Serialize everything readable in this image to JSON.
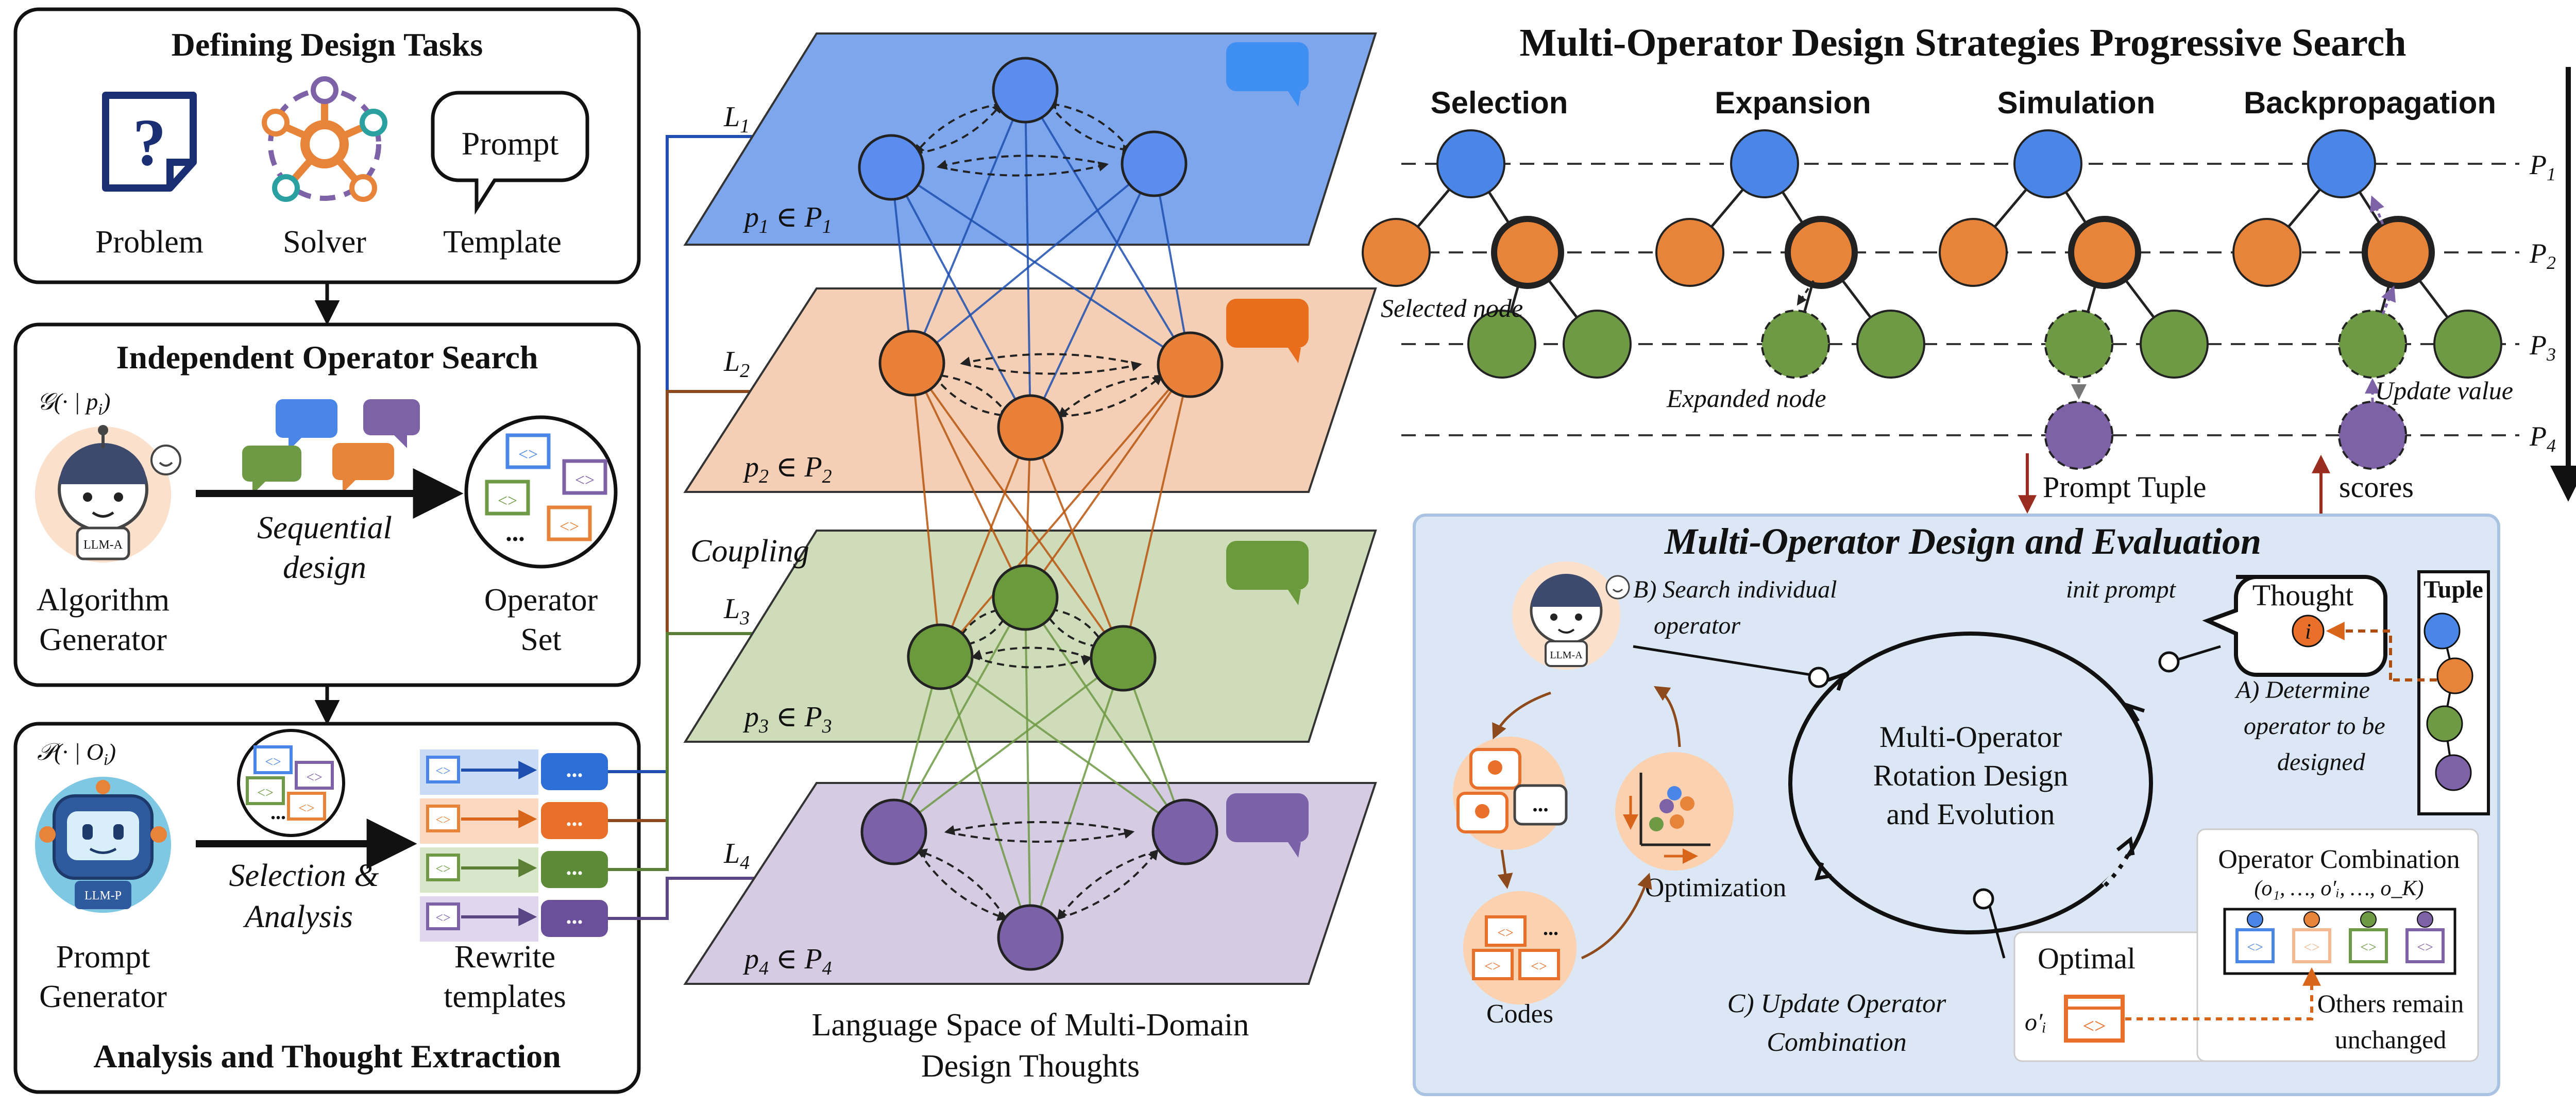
{
  "left_panel": {
    "box1": {
      "title": "Defining Design Tasks",
      "items": [
        {
          "label": "Problem",
          "icon": "problem-icon"
        },
        {
          "label": "Solver",
          "icon": "solver-icon"
        },
        {
          "label": "Template",
          "icon": "prompt-bubble-icon",
          "bubble_text": "Prompt"
        }
      ]
    },
    "box2": {
      "title": "Independent Operator Search",
      "formula_prefix": "𝒢(· | p",
      "formula_sub": "i",
      "formula_suffix": ")",
      "robot_tag": "LLM-A",
      "generator_label_1": "Algorithm",
      "generator_label_2": "Generator",
      "arrow_label_1": "Sequential",
      "arrow_label_2": "design",
      "set_label_1": "Operator",
      "set_label_2": "Set",
      "ellipsis": "..."
    },
    "box3": {
      "title": "Analysis and Thought Extraction",
      "formula_prefix": "𝒫(· | O",
      "formula_sub": "i",
      "formula_suffix": ")",
      "robot_tag": "LLM-P",
      "generator_label_1": "Prompt",
      "generator_label_2": "Generator",
      "arrow_label_1": "Selection &",
      "arrow_label_2": "Analysis",
      "templates_label_1": "Rewrite",
      "templates_label_2": "templates",
      "ellipsis": "...",
      "bubble_text": "..."
    }
  },
  "middle_panel": {
    "layers": [
      {
        "name": "L",
        "sub": "1",
        "prompt_var": "p",
        "prompt_sub": "1",
        "set": "P",
        "set_sub": "1",
        "color": "#5b8def"
      },
      {
        "name": "L",
        "sub": "2",
        "prompt_var": "p",
        "prompt_sub": "2",
        "set": "P",
        "set_sub": "2",
        "color": "#e8803a"
      },
      {
        "name": "L",
        "sub": "3",
        "prompt_var": "p",
        "prompt_sub": "3",
        "set": "P",
        "set_sub": "3",
        "color": "#6b9a3c"
      },
      {
        "name": "L",
        "sub": "4",
        "prompt_var": "p",
        "prompt_sub": "4",
        "set": "P",
        "set_sub": "4",
        "color": "#7b62a8"
      }
    ],
    "membership": "∈",
    "coupling_label": "Coupling",
    "caption_1": "Language Space of Multi-Domain",
    "caption_2": "Design Thoughts"
  },
  "mcts": {
    "title": "Multi-Operator Design Strategies Progressive Search",
    "phases": [
      "Selection",
      "Expansion",
      "Simulation",
      "Backpropagation"
    ],
    "levels": [
      {
        "name": "P",
        "sub": "1"
      },
      {
        "name": "P",
        "sub": "2"
      },
      {
        "name": "P",
        "sub": "3"
      },
      {
        "name": "P",
        "sub": "4"
      }
    ],
    "annotations": {
      "selected": "Selected node",
      "expanded": "Expanded node",
      "update": "Update value"
    },
    "out_labels": {
      "prompt_tuple": "Prompt Tuple",
      "scores": "scores"
    }
  },
  "mode": {
    "title": "Multi-Operator Design and Evaluation",
    "robot_tag": "LLM-A",
    "center_1": "Multi-Operator",
    "center_2": "Rotation Design",
    "center_3": "and Evolution",
    "step_b_1": "B) Search individual",
    "step_b_2": "operator",
    "init_prompt": "init prompt",
    "thought": "Thought",
    "thought_var": "i",
    "tuple": "Tuple",
    "step_a_1": "A) Determine",
    "step_a_2": "operator to be",
    "step_a_3": "designed",
    "codes_label": "Codes",
    "optimization_label": "Optimization",
    "ellipsis": "...",
    "step_c_1": "C) Update Operator",
    "step_c_2": "Combination",
    "combo_title": "Operator Combination",
    "combo_formula": "(o₁, …, o′ᵢ, …, o_K)",
    "optimal": "Optimal",
    "optimal_var": "o′ᵢ",
    "others_1": "Others remain",
    "others_2": "unchanged"
  },
  "colors": {
    "blue": "#4a86e8",
    "orange": "#e8833a",
    "green": "#6e9a45",
    "purple": "#7e62a8",
    "brown": "#8e4a1c",
    "panel_bg": "#dbe7f5",
    "peach": "#fbe0cc"
  }
}
